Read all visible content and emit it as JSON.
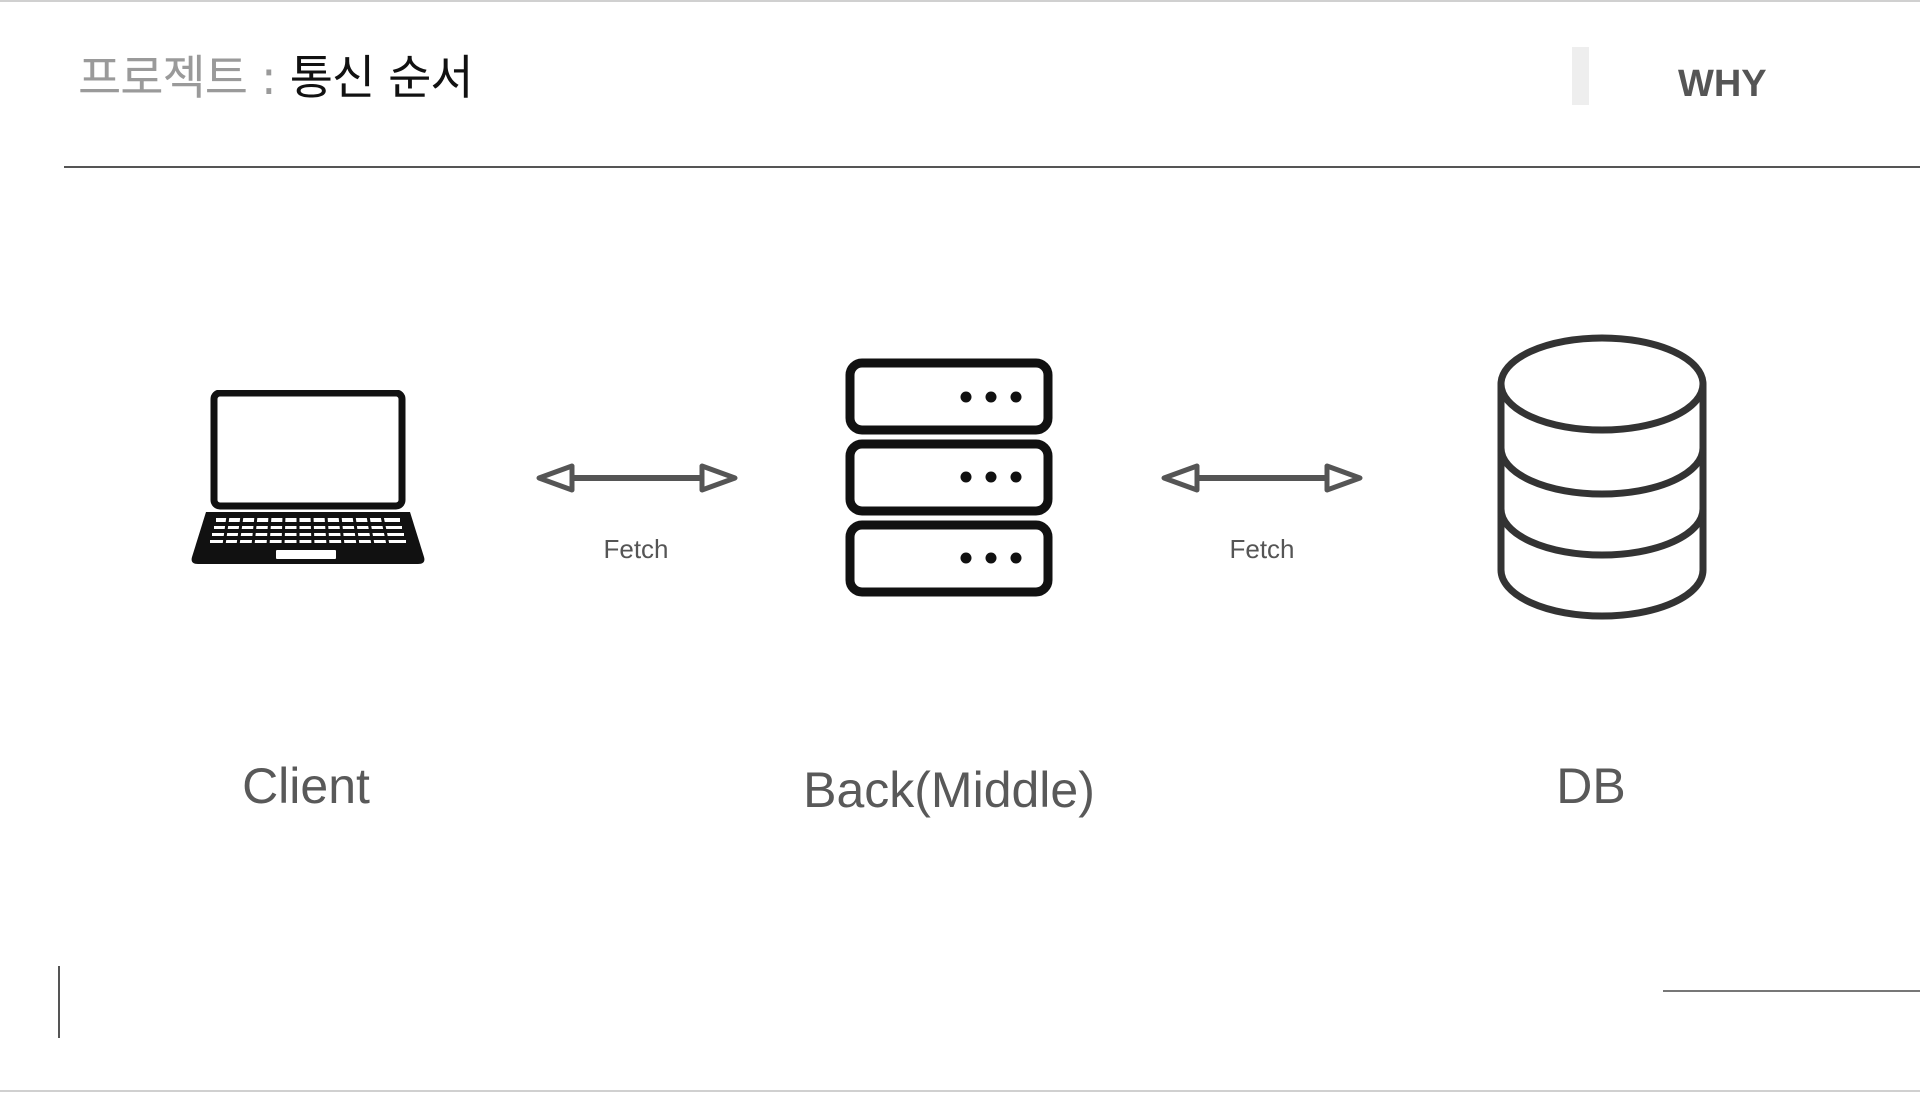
{
  "header": {
    "title_prefix": "프로젝트",
    "title_separator": " : ",
    "title_main": "통신 순서",
    "tag": "WHY"
  },
  "diagram": {
    "nodes": [
      {
        "id": "client",
        "label": "Client",
        "icon": "laptop-icon"
      },
      {
        "id": "back",
        "label": "Back(Middle)",
        "icon": "server-stack-icon"
      },
      {
        "id": "db",
        "label": "DB",
        "icon": "database-icon"
      }
    ],
    "edges": [
      {
        "from": "client",
        "to": "back",
        "label": "Fetch",
        "direction": "bidirectional"
      },
      {
        "from": "back",
        "to": "db",
        "label": "Fetch",
        "direction": "bidirectional"
      }
    ]
  },
  "colors": {
    "title_prefix": "#9a9a9a",
    "title_main": "#111111",
    "label": "#595959",
    "arrow": "#555555",
    "icon": "#111111",
    "db_icon": "#333333"
  }
}
